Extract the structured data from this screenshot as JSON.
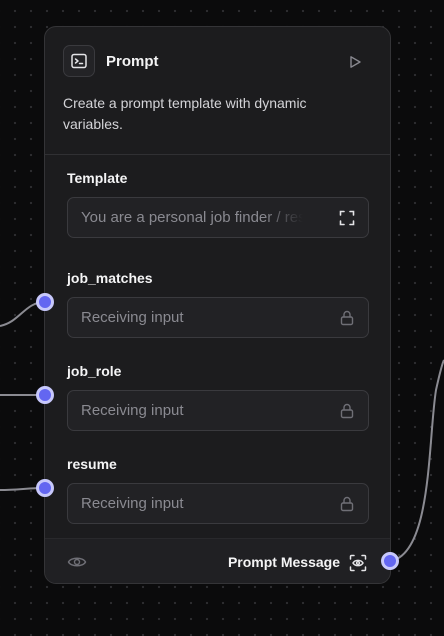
{
  "node": {
    "title": "Prompt",
    "icon": "terminal-icon",
    "description": "Create a prompt template with dynamic variables."
  },
  "fields": {
    "template": {
      "label": "Template",
      "value": "You are a personal job finder / resume",
      "icon": "expand-icon"
    },
    "job_matches": {
      "label": "job_matches",
      "placeholder": "Receiving input",
      "icon": "lock-icon"
    },
    "job_role": {
      "label": "job_role",
      "placeholder": "Receiving input",
      "icon": "lock-icon"
    },
    "resume": {
      "label": "resume",
      "placeholder": "Receiving input",
      "icon": "lock-icon"
    }
  },
  "footer": {
    "output_label": "Prompt Message",
    "visibility_icon": "eye-icon",
    "output_icon": "scan-eye-icon"
  },
  "colors": {
    "canvas": "#0b0b0c",
    "node_bg": "#1c1c1e",
    "handle": "#6366f1",
    "edge": "#8b8b92"
  }
}
